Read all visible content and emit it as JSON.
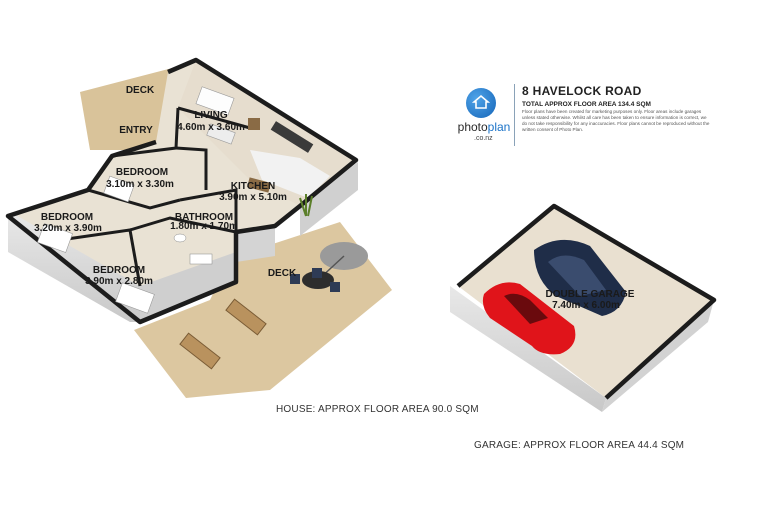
{
  "property": {
    "address": "8 HAVELOCK ROAD",
    "total_area": "TOTAL APPROX FLOOR AREA 134.4 SQM",
    "disclaimer": "Floor plans have been created for marketing purposes only. Floor areas include garages unless stated otherwise. Whilst all care has been taken to ensure information is correct, we do not take responsibility for any inaccuracies. Floor plans cannot be reproduced without the written consent of Photo Plan."
  },
  "brand": {
    "name_photo": "photo",
    "name_plan": "plan",
    "domain": ".co.nz",
    "colors": {
      "primary": "#1b73c8"
    }
  },
  "house": {
    "caption": "HOUSE: APPROX FLOOR AREA 90.0 SQM",
    "rooms": {
      "deck_top": {
        "name": "DECK"
      },
      "entry": {
        "name": "ENTRY"
      },
      "living": {
        "name": "LIVING",
        "size": "4.60m x 3.60m"
      },
      "bedroom_1": {
        "name": "BEDROOM",
        "size": "3.10m x 3.30m"
      },
      "kitchen": {
        "name": "KITCHEN",
        "size": "3.90m x 5.10m"
      },
      "bedroom_2": {
        "name": "BEDROOM",
        "size": "3.20m x 3.90m"
      },
      "bathroom": {
        "name": "BATHROOM",
        "size": "1.80m x 1.70m"
      },
      "bedroom_3": {
        "name": "BEDROOM",
        "size": "3.90m x 2.80m"
      },
      "deck_bottom": {
        "name": "DECK"
      }
    }
  },
  "garage": {
    "caption": "GARAGE: APPROX FLOOR AREA 44.4 SQM",
    "room": {
      "name": "DOUBLE GARAGE",
      "size": "7.40m x 6.00m"
    }
  }
}
